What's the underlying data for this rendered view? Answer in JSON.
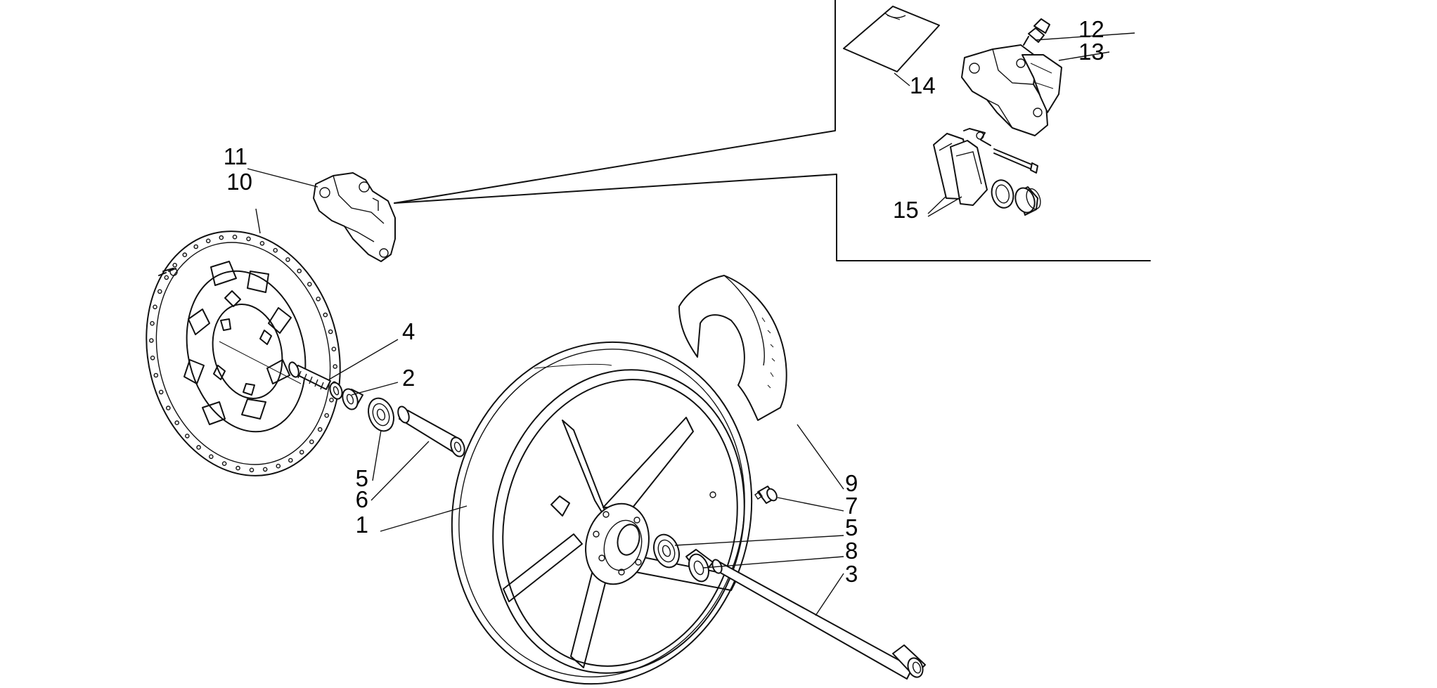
{
  "diagram": {
    "callouts": {
      "c1": "1",
      "c2": "2",
      "c3": "3",
      "c4": "4",
      "c5a": "5",
      "c5b": "5",
      "c6": "6",
      "c7": "7",
      "c8": "8",
      "c9": "9",
      "c10": "10",
      "c11": "11",
      "c12": "12",
      "c13": "13",
      "c14": "14",
      "c15": "15"
    }
  }
}
